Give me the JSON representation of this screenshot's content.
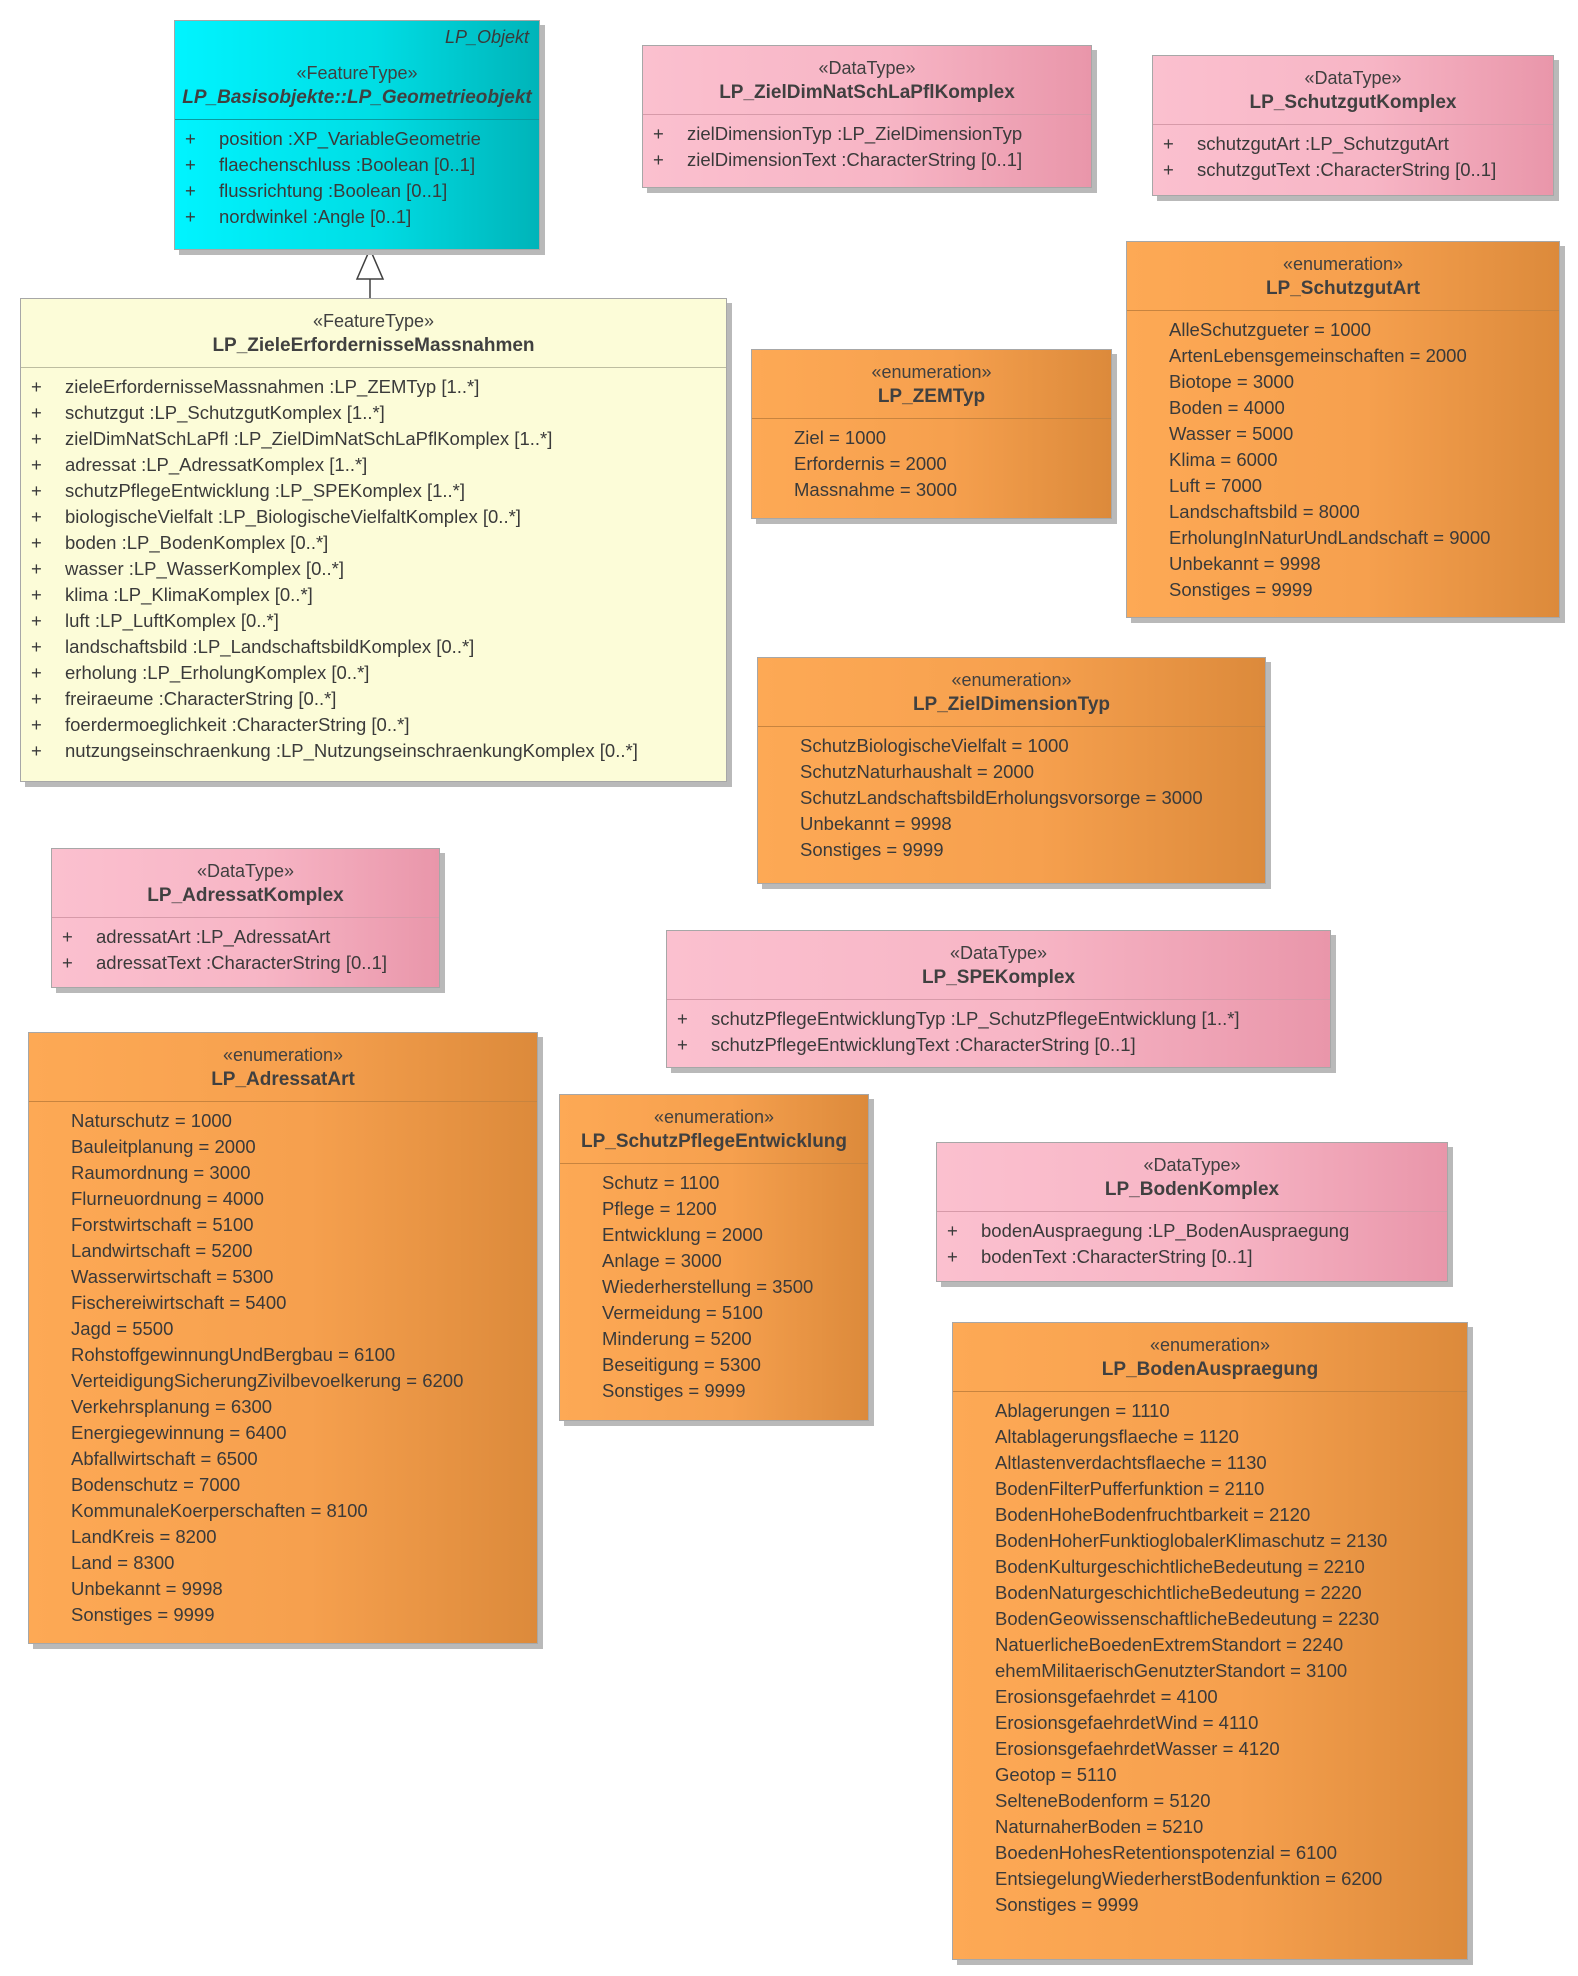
{
  "lp_objekt": {
    "package": "LP_Objekt",
    "stereotype": "«FeatureType»",
    "name": "LP_Basisobjekte::LP_Geometrieobjekt",
    "attributes": [
      {
        "vis": "+",
        "text": "position  :XP_VariableGeometrie"
      },
      {
        "vis": "+",
        "text": "flaechenschluss  :Boolean [0..1]"
      },
      {
        "vis": "+",
        "text": "flussrichtung  :Boolean [0..1]"
      },
      {
        "vis": "+",
        "text": "nordwinkel  :Angle [0..1]"
      }
    ]
  },
  "ziele": {
    "stereotype": "«FeatureType»",
    "name": "LP_ZieleErfordernisseMassnahmen",
    "attributes": [
      {
        "vis": "+",
        "text": "zieleErfordernisseMassnahmen  :LP_ZEMTyp [1..*]"
      },
      {
        "vis": "+",
        "text": "schutzgut  :LP_SchutzgutKomplex [1..*]"
      },
      {
        "vis": "+",
        "text": "zielDimNatSchLaPfl  :LP_ZielDimNatSchLaPflKomplex [1..*]"
      },
      {
        "vis": "+",
        "text": "adressat  :LP_AdressatKomplex [1..*]"
      },
      {
        "vis": "+",
        "text": "schutzPflegeEntwicklung  :LP_SPEKomplex [1..*]"
      },
      {
        "vis": "+",
        "text": "biologischeVielfalt  :LP_BiologischeVielfaltKomplex [0..*]"
      },
      {
        "vis": "+",
        "text": "boden  :LP_BodenKomplex [0..*]"
      },
      {
        "vis": "+",
        "text": "wasser  :LP_WasserKomplex [0..*]"
      },
      {
        "vis": "+",
        "text": "klima  :LP_KlimaKomplex [0..*]"
      },
      {
        "vis": "+",
        "text": "luft  :LP_LuftKomplex [0..*]"
      },
      {
        "vis": "+",
        "text": "landschaftsbild  :LP_LandschaftsbildKomplex [0..*]"
      },
      {
        "vis": "+",
        "text": "erholung  :LP_ErholungKomplex [0..*]"
      },
      {
        "vis": "+",
        "text": "freiraeume  :CharacterString [0..*]"
      },
      {
        "vis": "+",
        "text": "foerdermoeglichkeit  :CharacterString [0..*]"
      },
      {
        "vis": "+",
        "text": "nutzungseinschraenkung  :LP_NutzungseinschraenkungKomplex [0..*]"
      }
    ]
  },
  "zieldim_komplex": {
    "stereotype": "«DataType»",
    "name": "LP_ZielDimNatSchLaPflKomplex",
    "attributes": [
      {
        "vis": "+",
        "text": "zielDimensionTyp  :LP_ZielDimensionTyp"
      },
      {
        "vis": "+",
        "text": "zielDimensionText  :CharacterString [0..1]"
      }
    ]
  },
  "schutzgut_komplex": {
    "stereotype": "«DataType»",
    "name": "LP_SchutzgutKomplex",
    "attributes": [
      {
        "vis": "+",
        "text": "schutzgutArt  :LP_SchutzgutArt"
      },
      {
        "vis": "+",
        "text": "schutzgutText  :CharacterString [0..1]"
      }
    ]
  },
  "zemtyp": {
    "stereotype": "«enumeration»",
    "name": "LP_ZEMTyp",
    "literals": [
      "Ziel = 1000",
      "Erfordernis = 2000",
      "Massnahme = 3000"
    ]
  },
  "schutzgut_art": {
    "stereotype": "«enumeration»",
    "name": "LP_SchutzgutArt",
    "literals": [
      "AlleSchutzgueter = 1000",
      "ArtenLebensgemeinschaften = 2000",
      "Biotope = 3000",
      "Boden = 4000",
      "Wasser = 5000",
      "Klima = 6000",
      "Luft = 7000",
      "Landschaftsbild = 8000",
      "ErholungInNaturUndLandschaft = 9000",
      "Unbekannt = 9998",
      "Sonstiges = 9999"
    ]
  },
  "zieldim_typ": {
    "stereotype": "«enumeration»",
    "name": "LP_ZielDimensionTyp",
    "literals": [
      "SchutzBiologischeVielfalt = 1000",
      "SchutzNaturhaushalt = 2000",
      "SchutzLandschaftsbildErholungsvorsorge = 3000",
      "Unbekannt = 9998",
      "Sonstiges = 9999"
    ]
  },
  "adressat_komplex": {
    "stereotype": "«DataType»",
    "name": "LP_AdressatKomplex",
    "attributes": [
      {
        "vis": "+",
        "text": "adressatArt  :LP_AdressatArt"
      },
      {
        "vis": "+",
        "text": "adressatText  :CharacterString [0..1]"
      }
    ]
  },
  "spe_komplex": {
    "stereotype": "«DataType»",
    "name": "LP_SPEKomplex",
    "attributes": [
      {
        "vis": "+",
        "text": "schutzPflegeEntwicklungTyp  :LP_SchutzPflegeEntwicklung [1..*]"
      },
      {
        "vis": "+",
        "text": "schutzPflegeEntwicklungText  :CharacterString [0..1]"
      }
    ]
  },
  "adressat_art": {
    "stereotype": "«enumeration»",
    "name": "LP_AdressatArt",
    "literals": [
      "Naturschutz = 1000",
      "Bauleitplanung = 2000",
      "Raumordnung = 3000",
      "Flurneuordnung = 4000",
      "Forstwirtschaft = 5100",
      "Landwirtschaft = 5200",
      "Wasserwirtschaft = 5300",
      "Fischereiwirtschaft = 5400",
      "Jagd = 5500",
      "RohstoffgewinnungUndBergbau = 6100",
      "VerteidigungSicherungZivilbevoelkerung = 6200",
      "Verkehrsplanung = 6300",
      "Energiegewinnung = 6400",
      "Abfallwirtschaft = 6500",
      "Bodenschutz = 7000",
      "KommunaleKoerperschaften = 8100",
      "LandKreis = 8200",
      "Land = 8300",
      "Unbekannt = 9998",
      "Sonstiges = 9999"
    ]
  },
  "spe": {
    "stereotype": "«enumeration»",
    "name": "LP_SchutzPflegeEntwicklung",
    "literals": [
      "Schutz = 1100",
      "Pflege = 1200",
      "Entwicklung = 2000",
      "Anlage = 3000",
      "Wiederherstellung = 3500",
      "Vermeidung = 5100",
      "Minderung = 5200",
      "Beseitigung = 5300",
      "Sonstiges = 9999"
    ]
  },
  "boden_komplex": {
    "stereotype": "«DataType»",
    "name": "LP_BodenKomplex",
    "attributes": [
      {
        "vis": "+",
        "text": "bodenAuspraegung  :LP_BodenAuspraegung"
      },
      {
        "vis": "+",
        "text": "bodenText  :CharacterString [0..1]"
      }
    ]
  },
  "boden_auspraegung": {
    "stereotype": "«enumeration»",
    "name": "LP_BodenAuspraegung",
    "literals": [
      "Ablagerungen = 1110",
      "Altablagerungsflaeche = 1120",
      "Altlastenverdachtsflaeche = 1130",
      "BodenFilterPufferfunktion = 2110",
      "BodenHoheBodenfruchtbarkeit = 2120",
      "BodenHoherFunktioglobalerKlimaschutz = 2130",
      "BodenKulturgeschichtlicheBedeutung = 2210",
      "BodenNaturgeschichtlicheBedeutung = 2220",
      "BodenGeowissenschaftlicheBedeutung = 2230",
      "NatuerlicheBoedenExtremStandort = 2240",
      "ehemMilitaerischGenutzterStandort = 3100",
      "Erosionsgefaehrdet = 4100",
      "ErosionsgefaehrdetWind = 4110",
      "ErosionsgefaehrdetWasser = 4120",
      "Geotop = 5110",
      "SelteneBodenform = 5120",
      "NaturnaherBoden = 5210",
      "BoedenHohesRetentionspotenzial = 6100",
      "EntsiegelungWiederherstBodenfunktion = 6200",
      "Sonstiges = 9999"
    ]
  }
}
